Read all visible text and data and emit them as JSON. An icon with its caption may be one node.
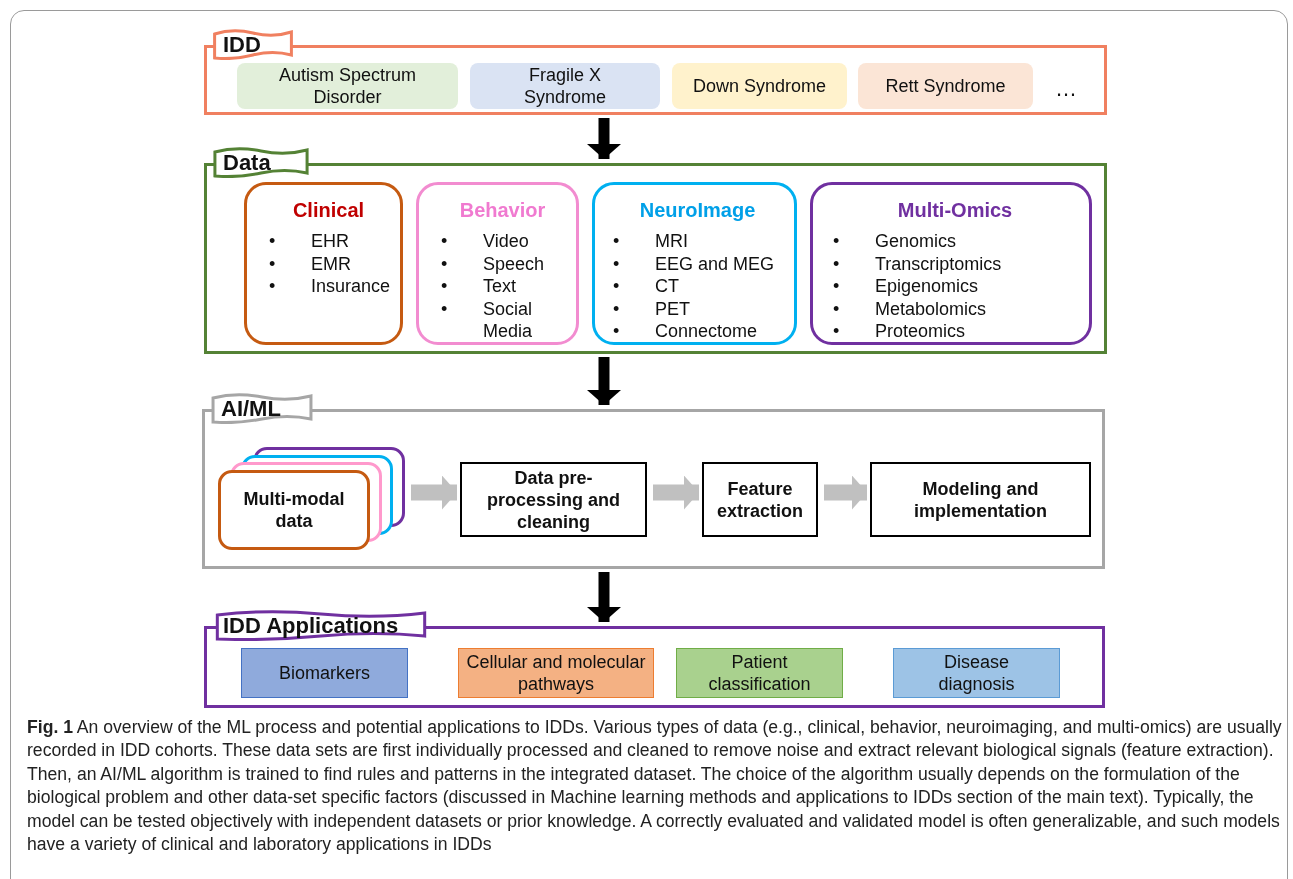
{
  "diagram": {
    "caption": "**Fig. 1** An overview of the ML process and potential applications to IDDs. Various types of data (e.g., clinical, behavior, neuroimaging, and multi-omics) are usually recorded in IDD cohorts. These data sets are first individually processed and cleaned to remove noise and extract relevant biological signals (feature extraction). Then, an AI/ML algorithm is trained to find rules and patterns in the integrated dataset. The choice of the algorithm usually depends on the formulation of the biological problem and other data-set specific factors (discussed in Machine learning methods and applications to IDDs section of the main text). Typically, the model can be tested objectively with independent datasets or prior knowledge. A correctly evaluated and validated model is often generalizable, and such models have a variety of clinical and laboratory applications in IDDs",
    "nodes": [
      {
        "text": [
          "IDD"
        ]
      },
      {
        "text": [
          "Autism Spectrum Disorder"
        ],
        "in": 0
      },
      {
        "text": [
          "Fragile X Syndrome"
        ],
        "in": 0
      },
      {
        "text": [
          "Down Syndrome"
        ],
        "in": 0
      },
      {
        "text": [
          "Rett Syndrome"
        ],
        "in": 0
      },
      {
        "text": [
          "Data"
        ]
      },
      {
        "text": [
          "Clinical",
          "• EHR",
          "• EMR",
          "• Insurance"
        ],
        "in": 5
      },
      {
        "text": [
          "Behavior",
          "• Video",
          "• Speech",
          "• Text",
          "• Social Media"
        ],
        "in": 5
      },
      {
        "text": [
          "NeuroImage",
          "• MRI",
          "• EEG and MEG",
          "• CT",
          "• PET",
          "• Connectome"
        ],
        "in": 5
      },
      {
        "text": [
          "Multi-Omics",
          "• Genomics",
          "• Transcriptomics",
          "• Epigenomics",
          "• Metabolomics",
          "• Proteomics"
        ],
        "in": 5
      },
      {
        "text": [
          "AI/ML"
        ]
      },
      {
        "text": [
          "Multi-modal data"
        ],
        "in": 10
      },
      {
        "text": [
          "Data pre-processing and cleaning"
        ],
        "in": 10
      },
      {
        "text": [
          "Feature extraction"
        ],
        "in": 10
      },
      {
        "text": [
          "Modeling and implementation"
        ],
        "in": 10
      },
      {
        "text": [
          "IDD Applications"
        ]
      },
      {
        "text": [
          "Biomarkers"
        ],
        "in": 15
      },
      {
        "text": [
          "Cellular and molecular pathways"
        ],
        "in": 15
      },
      {
        "text": [
          "Patient classification"
        ],
        "in": 15
      },
      {
        "text": [
          "Disease diagnosis"
        ],
        "in": 15
      }
    ],
    "edges": [
      {
        "from": 0,
        "to": 5,
        "arrow": "to"
      },
      {
        "from": 5,
        "to": 10,
        "arrow": "to"
      },
      {
        "from": 10,
        "to": 15,
        "arrow": "to"
      },
      {
        "from": 11,
        "to": 12,
        "arrow": "to",
        "color": "#c0c0c0"
      },
      {
        "from": 12,
        "to": 13,
        "arrow": "to",
        "color": "#c0c0c0"
      },
      {
        "from": 13,
        "to": 14,
        "arrow": "to",
        "color": "#c0c0c0"
      }
    ],
    "labels": [
      "…"
    ]
  }
}
